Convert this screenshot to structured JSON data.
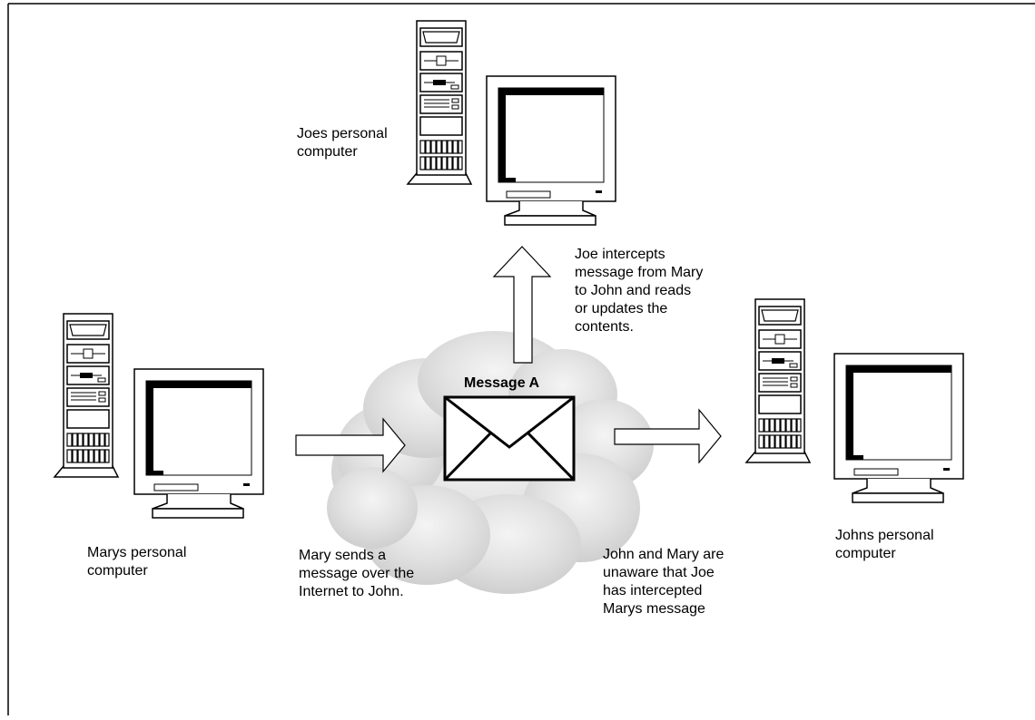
{
  "diagram": {
    "message_label": "Message A",
    "computers": {
      "joe": {
        "label": "Joes personal\ncomputer"
      },
      "mary": {
        "label": "Marys personal\ncomputer"
      },
      "john": {
        "label": "Johns personal\ncomputer"
      }
    },
    "captions": {
      "intercept": "Joe intercepts\nmessage from Mary\nto John and reads\nor updates the\ncontents.",
      "send": "Mary sends a\nmessage over the\nInternet to John.",
      "unaware": "John and Mary are\nunaware that Joe\nhas intercepted\nMarys message"
    }
  }
}
